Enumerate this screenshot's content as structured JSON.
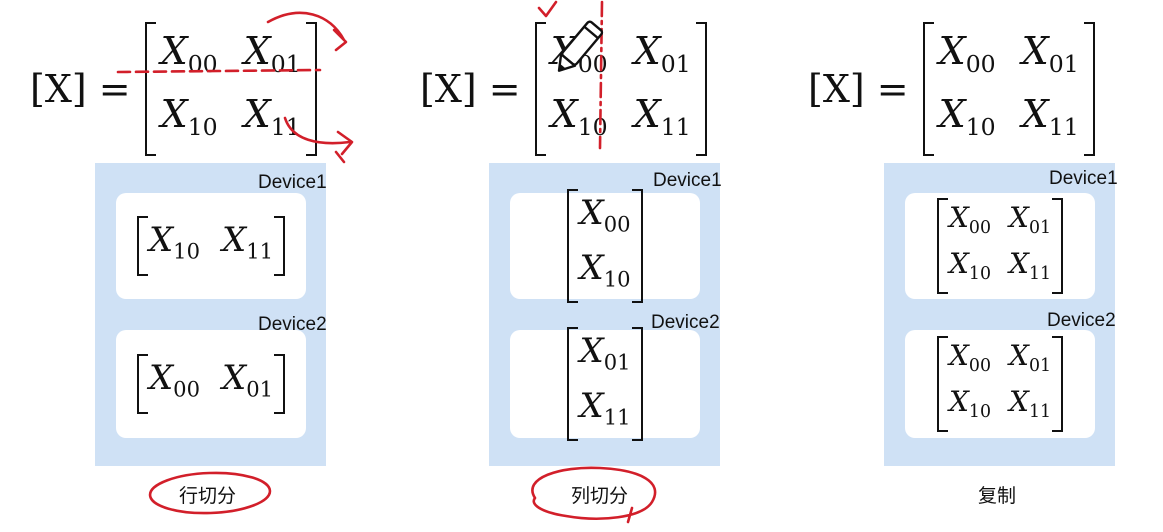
{
  "diagrams": [
    {
      "id": "row-split",
      "equation_lhs": "[X] =",
      "matrix": [
        [
          "X",
          "00"
        ],
        [
          "X",
          "01"
        ],
        [
          "X",
          "10"
        ],
        [
          "X",
          "11"
        ]
      ],
      "devices": [
        {
          "label": "Device1",
          "matrix": [
            [
              "X",
              "10"
            ],
            [
              "X",
              "11"
            ]
          ]
        },
        {
          "label": "Device2",
          "matrix": [
            [
              "X",
              "00"
            ],
            [
              "X",
              "01"
            ]
          ]
        }
      ],
      "caption": "行切分"
    },
    {
      "id": "col-split",
      "equation_lhs": "[X] =",
      "matrix": [
        [
          "X",
          "00"
        ],
        [
          "X",
          "01"
        ],
        [
          "X",
          "10"
        ],
        [
          "X",
          "11"
        ]
      ],
      "devices": [
        {
          "label": "Device1",
          "matrix": [
            [
              "X",
              "00"
            ],
            [
              "X",
              "10"
            ]
          ]
        },
        {
          "label": "Device2",
          "matrix": [
            [
              "X",
              "01"
            ],
            [
              "X",
              "11"
            ]
          ]
        }
      ],
      "caption": "列切分"
    },
    {
      "id": "replicate",
      "equation_lhs": "[X] =",
      "matrix": [
        [
          "X",
          "00"
        ],
        [
          "X",
          "01"
        ],
        [
          "X",
          "10"
        ],
        [
          "X",
          "11"
        ]
      ],
      "devices": [
        {
          "label": "Device1",
          "matrix": [
            [
              "X",
              "00"
            ],
            [
              "X",
              "01"
            ],
            [
              "X",
              "10"
            ],
            [
              "X",
              "11"
            ]
          ]
        },
        {
          "label": "Device2",
          "matrix": [
            [
              "X",
              "00"
            ],
            [
              "X",
              "01"
            ],
            [
              "X",
              "10"
            ],
            [
              "X",
              "11"
            ]
          ]
        }
      ],
      "caption": "复制"
    }
  ],
  "colors": {
    "panel": "#cfe1f5",
    "annotation": "#d21f2a"
  },
  "icons": [
    "pencil-cursor-icon"
  ]
}
